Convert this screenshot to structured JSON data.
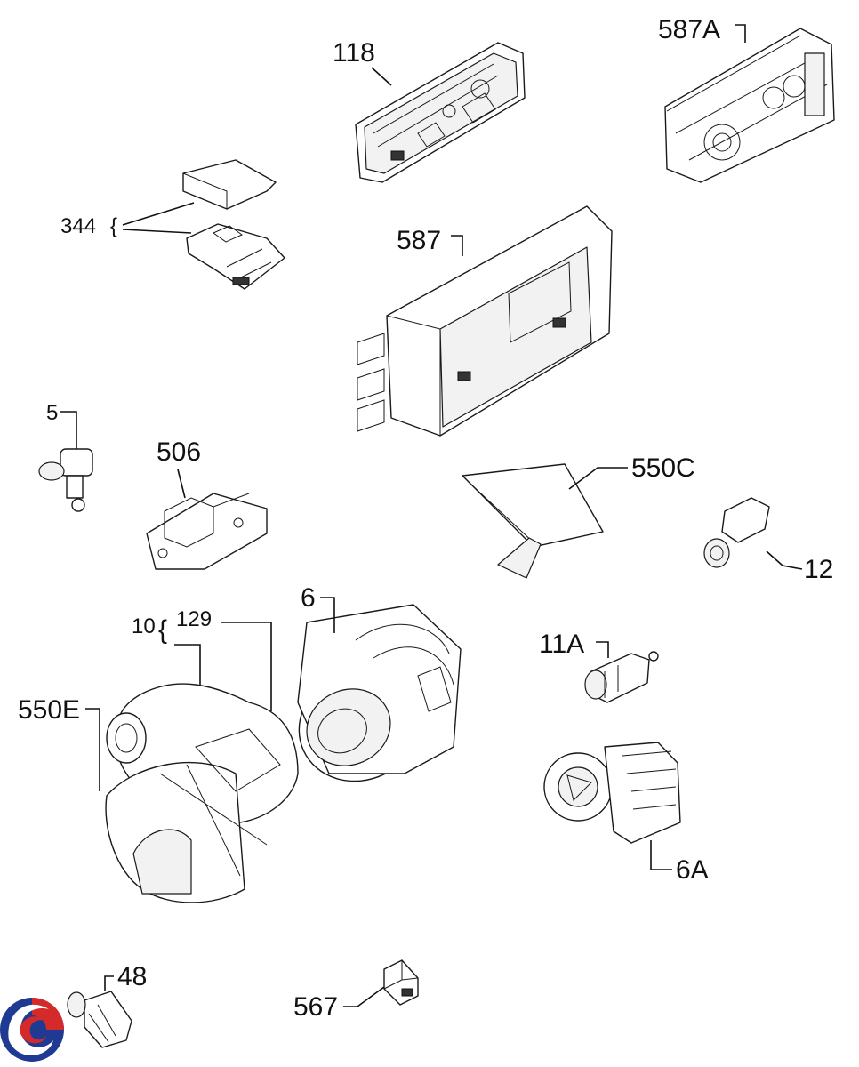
{
  "diagram": {
    "parts": [
      {
        "id": "p118",
        "label": "118"
      },
      {
        "id": "p587a",
        "label": "587A"
      },
      {
        "id": "p344",
        "label": "344"
      },
      {
        "id": "p587",
        "label": "587"
      },
      {
        "id": "p5",
        "label": "5"
      },
      {
        "id": "p506",
        "label": "506"
      },
      {
        "id": "p550c",
        "label": "550C"
      },
      {
        "id": "p12",
        "label": "12"
      },
      {
        "id": "p6",
        "label": "6"
      },
      {
        "id": "p10",
        "label": "10"
      },
      {
        "id": "p129",
        "label": "129"
      },
      {
        "id": "p11a",
        "label": "11A"
      },
      {
        "id": "p550e",
        "label": "550E"
      },
      {
        "id": "p6a",
        "label": "6A"
      },
      {
        "id": "p48",
        "label": "48"
      },
      {
        "id": "p567",
        "label": "567"
      }
    ]
  },
  "logo": {
    "icon": "spiral-logo-icon",
    "colors": [
      "#d42a2a",
      "#1f3a93"
    ]
  }
}
